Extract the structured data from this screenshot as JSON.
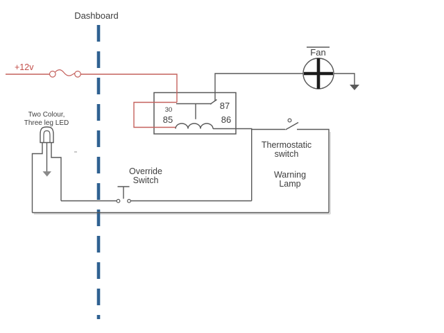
{
  "colors": {
    "wire_red": "#c4605c",
    "text_red": "#c24d48",
    "divider_blue": "#2f6191",
    "wire_dark": "#585858",
    "text_dark": "#3d3d3d",
    "fan_cross": "#1c1c1c",
    "ground_fill": "#5a5a5a",
    "led_ground_fill": "#8a8a8a",
    "shadow": "#c8c8c8"
  },
  "labels": {
    "dashboard": "Dashboard",
    "supply_voltage": "+12v",
    "led_note_line1": "Two Colour,",
    "led_note_line2": "Three leg LED",
    "fan": "Fan",
    "override_switch_line1": "Override",
    "override_switch_line2": "Switch",
    "thermostatic_switch_line1": "Thermostatic",
    "thermostatic_switch_line2": "switch",
    "warning_lamp_line1": "Warning",
    "warning_lamp_line2": "Lamp"
  },
  "relay": {
    "terminal_30": "30",
    "terminal_85": "85",
    "terminal_86": "86",
    "terminal_87": "87"
  }
}
